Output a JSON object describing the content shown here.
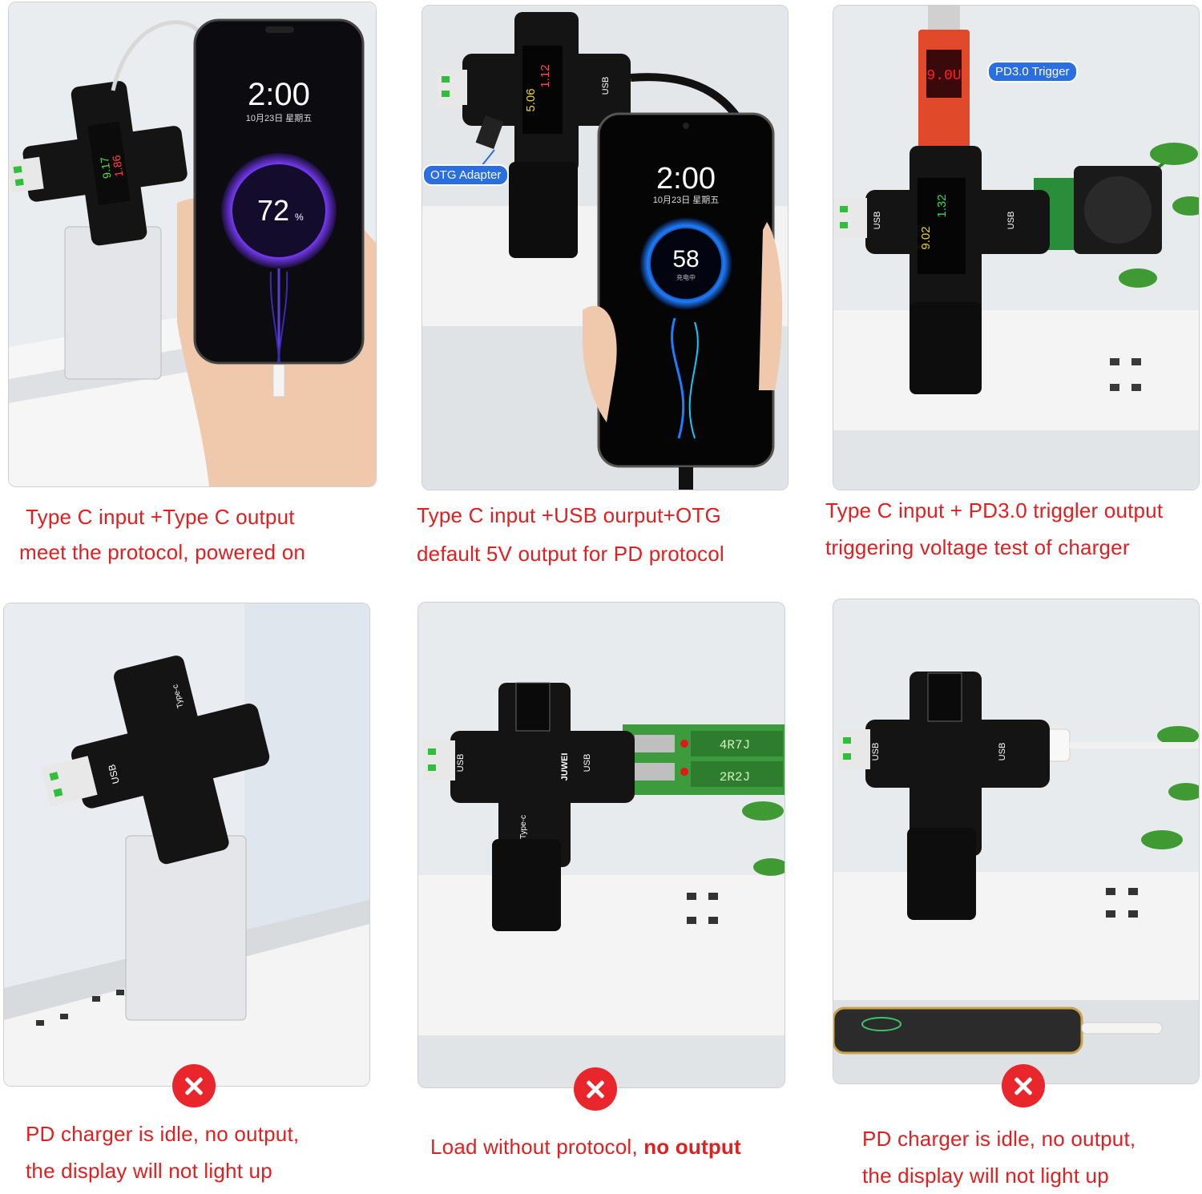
{
  "panels": [
    {
      "caption": [
        "Type C input +Type C output",
        "meet the protocol, powered on"
      ],
      "screen_time": "2:00",
      "screen_date": "10月23日 星期五",
      "battery": "72",
      "battery_unit": "%",
      "meter_voltage": "9.17",
      "meter_current": "1.86"
    },
    {
      "caption": [
        "Type C input +USB ourput+OTG",
        "default 5V output for PD protocol"
      ],
      "screen_time": "2:00",
      "screen_date": "10月23日 星期五",
      "battery": "58",
      "battery_sub": "充电中",
      "callout": "OTG Adapter",
      "meter_voltage": "5.06",
      "meter_current": "1.12"
    },
    {
      "caption": [
        "Type C input + PD3.0 triggler output",
        "triggering voltage test of charger"
      ],
      "callout": "PD3.0 Trigger",
      "trigger_display": "9.0U",
      "meter_voltage": "9.02",
      "meter_current": "1.32"
    },
    {
      "caption": [
        "PD charger is idle, no output,",
        "the display will not light up"
      ],
      "status": "fail"
    },
    {
      "caption_plain": "Load without protocol, ",
      "caption_bold": "no output",
      "resistor_top": "4R7J",
      "resistor_bottom": "2R2J",
      "status": "fail"
    },
    {
      "caption": [
        "PD charger is idle, no output,",
        "the display will not light up"
      ],
      "status": "fail"
    }
  ],
  "device_labels": {
    "usb": "USB",
    "type_c": "Type-c",
    "brand": "JUWEI"
  },
  "colors": {
    "caption_red": "#e02020",
    "fail_red": "#e8262b",
    "callout_blue": "#2a6ee0"
  }
}
